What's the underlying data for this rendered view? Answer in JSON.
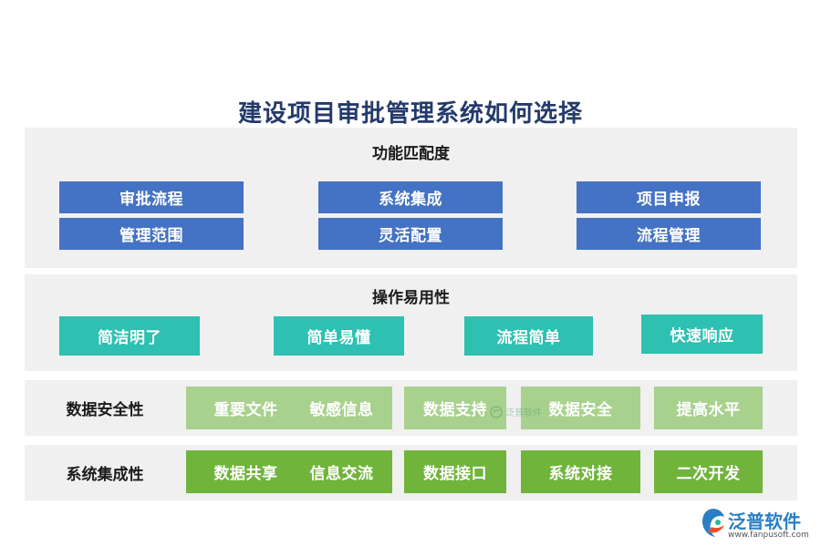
{
  "title": "建设项目审批管理系统如何选择",
  "section_function": {
    "title": "功能匹配度",
    "items": [
      "审批流程",
      "系统集成",
      "项目申报",
      "管理范围",
      "灵活配置",
      "流程管理"
    ]
  },
  "section_usability": {
    "title": "操作易用性",
    "items": [
      "简洁明了",
      "简单易懂",
      "流程简单",
      "快速响应"
    ]
  },
  "section_security": {
    "label": "数据安全性",
    "items": [
      "重要文件",
      "敏感信息",
      "数据支持",
      "数据安全",
      "提高水平"
    ]
  },
  "section_integration": {
    "label": "系统集成性",
    "items": [
      "数据共享",
      "信息交流",
      "数据接口",
      "系统对接",
      "二次开发"
    ]
  },
  "watermark": "泛普软件",
  "logo": {
    "name": "泛普软件",
    "url": "www.fanpusoft.com"
  },
  "colors": {
    "title": "#243a6b",
    "blue": "#4472c4",
    "teal": "#2ec0b0",
    "light_green": "#a9d18e",
    "green": "#70b43c",
    "panel": "#f0f0f0"
  }
}
